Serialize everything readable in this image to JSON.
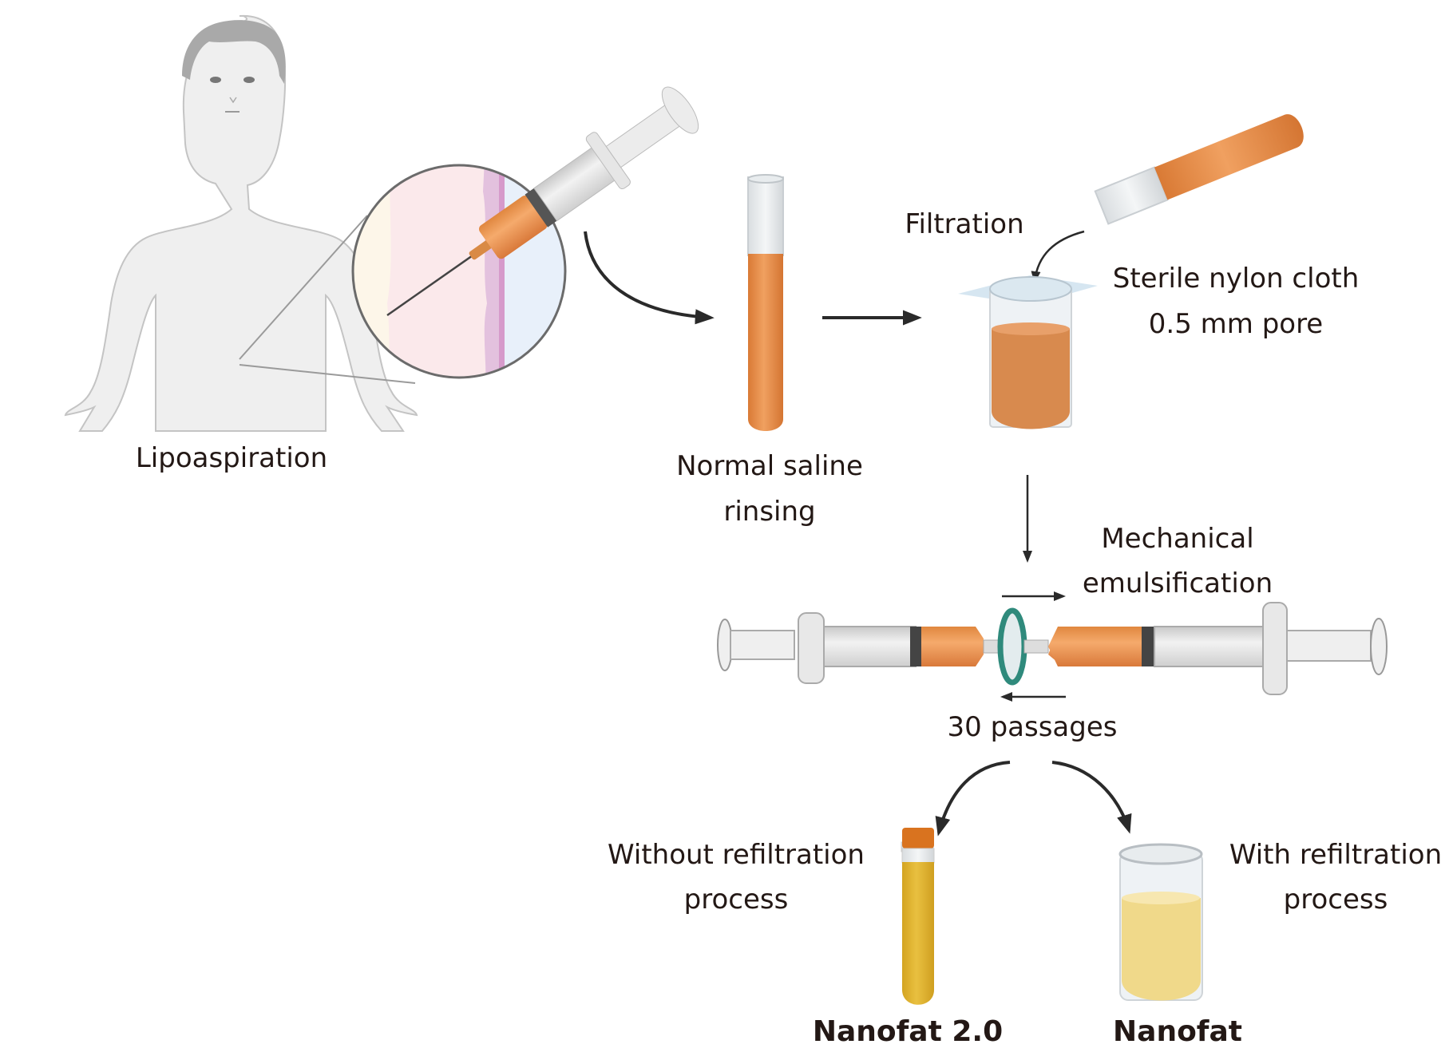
{
  "title": "Nanofat preparation workflow",
  "steps": {
    "lipoaspiration": {
      "label": "Lipoaspiration"
    },
    "rinsing": {
      "label_line1": "Normal saline",
      "label_line2": "rinsing"
    },
    "filtration": {
      "label": "Filtration"
    },
    "filter_material": {
      "label_line1": "Sterile nylon cloth",
      "label_line2": "0.5 mm pore"
    },
    "emulsification": {
      "label_line1": "Mechanical",
      "label_line2": "emulsification",
      "passages": "30 passages"
    },
    "without_refiltration": {
      "label_line1": "Without refiltration",
      "label_line2": "process",
      "product": "Nanofat 2.0"
    },
    "with_refiltration": {
      "label_line1": "With refiltration",
      "label_line2": "process",
      "product": "Nanofat"
    }
  },
  "colors": {
    "fat_orange": "#e8914a",
    "nanofat_2_yellow": "#e3b42e",
    "nanofat_yellow": "#f0d98a",
    "cap_orange": "#d9731f",
    "connector_teal": "#2f8a7c",
    "skin_gray": "#eeeeee",
    "text": "#231815"
  }
}
